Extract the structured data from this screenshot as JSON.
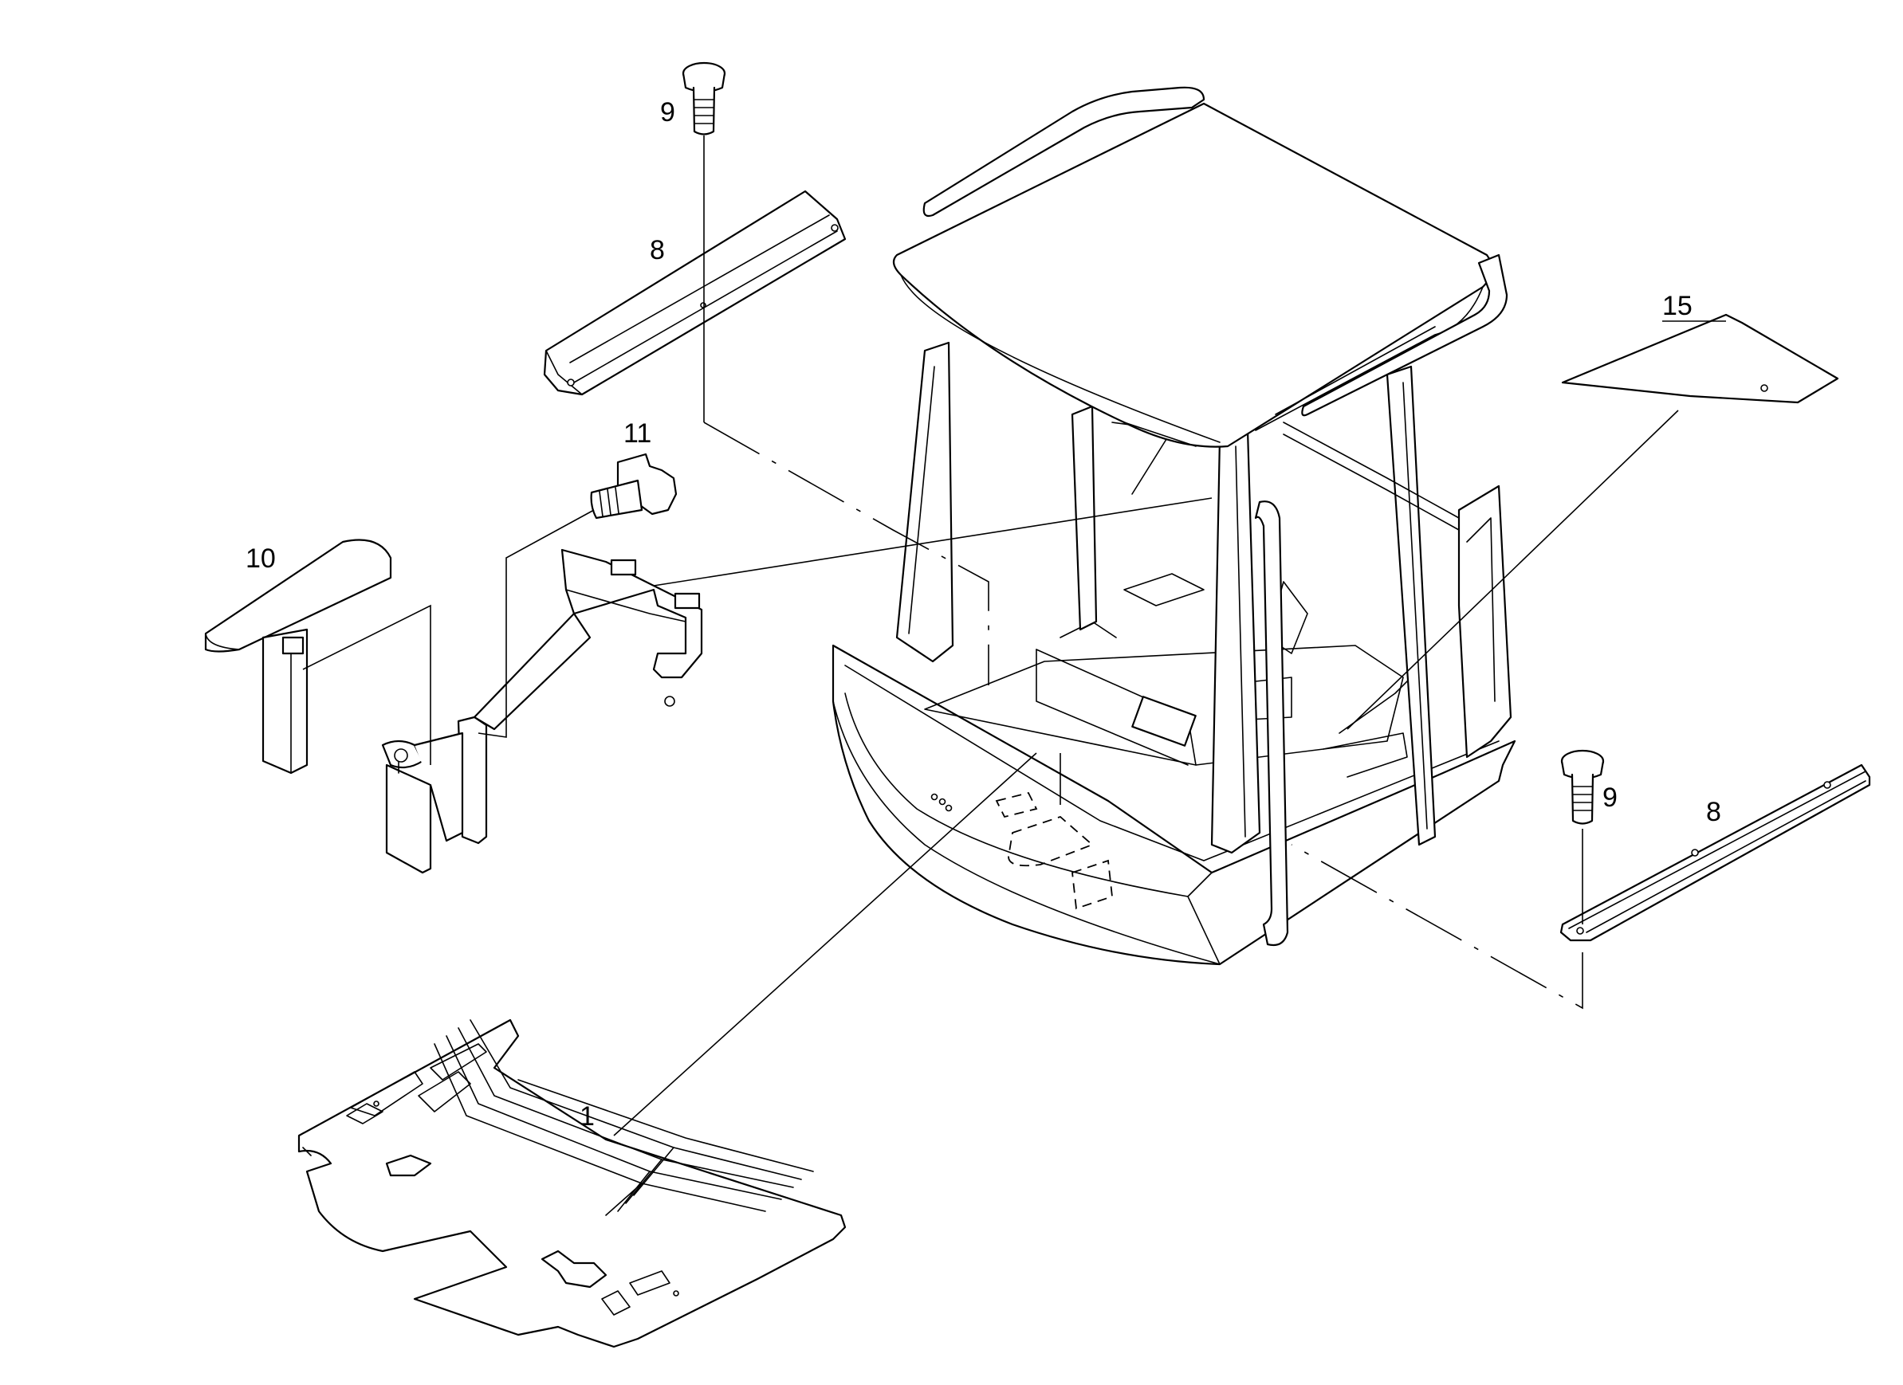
{
  "diagram": {
    "callouts": [
      {
        "id": "callout-9-top",
        "label": "9"
      },
      {
        "id": "callout-8-top",
        "label": "8"
      },
      {
        "id": "callout-11",
        "label": "11"
      },
      {
        "id": "callout-10",
        "label": "10"
      },
      {
        "id": "callout-15",
        "label": "15"
      },
      {
        "id": "callout-9-right",
        "label": "9"
      },
      {
        "id": "callout-8-right",
        "label": "8"
      },
      {
        "id": "callout-1",
        "label": "1"
      }
    ]
  }
}
